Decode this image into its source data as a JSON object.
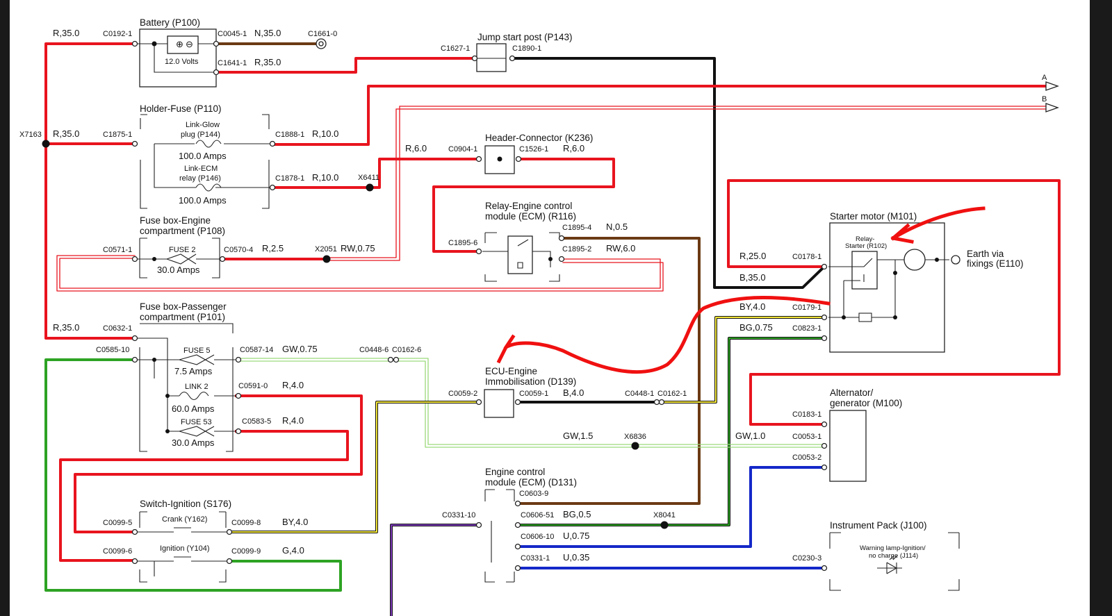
{
  "colors": {
    "red": "#e8141e",
    "black": "#111111",
    "brown": "#6b3a14",
    "green": "#2ea324",
    "light_green": "#9bd97a",
    "yellow": "#f2e63a",
    "blue": "#1428c8",
    "purple": "#7a3ab5",
    "annotation": "#f01010",
    "window": "#1a1a1a"
  },
  "components": {
    "battery": {
      "title": "Battery (P100)",
      "voltage": "12.0 Volts"
    },
    "jump_start": {
      "title": "Jump start post (P143)"
    },
    "holder_fuse": {
      "title": "Holder-Fuse (P110)",
      "link1_name": "Link-Glow",
      "link1_name2": "plug (P144)",
      "link1_rating": "100.0 Amps",
      "link2_name": "Link-ECM",
      "link2_name2": "relay (P146)",
      "link2_rating": "100.0 Amps"
    },
    "header_connector": {
      "title": "Header-Connector (K236)"
    },
    "relay_ecm": {
      "title1": "Relay-Engine control",
      "title2": "module (ECM) (R116)"
    },
    "fuse_engine": {
      "title1": "Fuse box-Engine",
      "title2": "compartment (P108)",
      "fuse_name": "FUSE 2",
      "fuse_rating": "30.0 Amps"
    },
    "fuse_passenger": {
      "title1": "Fuse box-Passenger",
      "title2": "compartment (P101)",
      "fuse5_name": "FUSE 5",
      "fuse5_rating": "7.5 Amps",
      "link2_name": "LINK 2",
      "link2_rating": "60.0 Amps",
      "fuse53_name": "FUSE 53",
      "fuse53_rating": "30.0 Amps"
    },
    "starter": {
      "title": "Starter motor (M101)",
      "relay1": "Relay-",
      "relay2": "Starter (R102)",
      "earth1": "Earth via",
      "earth2": "fixings (E110)"
    },
    "ecu_immob": {
      "title1": "ECU-Engine",
      "title2": "Immobilisation (D139)"
    },
    "alternator": {
      "title1": "Alternator/",
      "title2": "generator (M100)"
    },
    "ignition": {
      "title": "Switch-Ignition (S176)",
      "crank": "Crank (Y162)",
      "ign": "Ignition (Y104)"
    },
    "ecm": {
      "title1": "Engine control",
      "title2": "module (ECM) (D131)"
    },
    "instrument": {
      "title": "Instrument Pack (J100)",
      "lamp1": "Warning lamp-Ignition/",
      "lamp2": "no charge (J114)"
    }
  },
  "connectors": {
    "c0192": "C0192-1",
    "c0045": "C0045-1",
    "c1661": "C1661-0",
    "c1641": "C1641-1",
    "c1627": "C1627-1",
    "c1890": "C1890-1",
    "c1875": "C1875-1",
    "c1888": "C1888-1",
    "c1878": "C1878-1",
    "c0904": "C0904-1",
    "c1526": "C1526-1",
    "c1895_4": "C1895-4",
    "c1895_6": "C1895-6",
    "c1895_2": "C1895-2",
    "c0571": "C0571-1",
    "c0570": "C0570-4",
    "c0632": "C0632-1",
    "c0585": "C0585-10",
    "c0587": "C0587-14",
    "c0591": "C0591-0",
    "c0583": "C0583-5",
    "c0448_6": "C0448-6",
    "c0162_6": "C0162-6",
    "c0059_2": "C0059-2",
    "c0059_1": "C0059-1",
    "c0448_1": "C0448-1",
    "c0162_1": "C0162-1",
    "c0178": "C0178-1",
    "c0179": "C0179-1",
    "c0823": "C0823-1",
    "c0183": "C0183-1",
    "c0053_1": "C0053-1",
    "c0053_2": "C0053-2",
    "c0099_5": "C0099-5",
    "c0099_8": "C0099-8",
    "c0099_6": "C0099-6",
    "c0099_9": "C0099-9",
    "c0331_10": "C0331-10",
    "c0603": "C0603-9",
    "c0606_51": "C0606-51",
    "c0606_10": "C0606-10",
    "c0331_1": "C0331-1",
    "c0230": "C0230-3"
  },
  "splices": {
    "x7163": "X7163",
    "x6411": "X6411",
    "x2051": "X2051",
    "x6836": "X6836",
    "x8041": "X8041"
  },
  "wires": {
    "w_r35a": "R,35.0",
    "w_n35": "N,35.0",
    "w_r35b": "R,35.0",
    "w_r35c": "R,35.0",
    "w_r10a": "R,10.0",
    "w_r10b": "R,10.0",
    "w_r6a": "R,6.0",
    "w_r6b": "R,6.0",
    "w_n05": "N,0.5",
    "w_rw6": "RW,6.0",
    "w_r25": "R,2.5",
    "w_rw075": "RW,0.75",
    "w_r35d": "R,35.0",
    "w_gw075": "GW,0.75",
    "w_r4a": "R,4.0",
    "w_r4b": "R,4.0",
    "w_b4": "B,4.0",
    "w_gw15": "GW,1.5",
    "w_gw10": "GW,1.0",
    "w_r250": "R,25.0",
    "w_b35": "B,35.0",
    "w_by4a": "BY,4.0",
    "w_bg075": "BG,0.75",
    "w_by4b": "BY,4.0",
    "w_g4": "G,4.0",
    "w_bg05": "BG,0.5",
    "w_u075": "U,0.75",
    "w_u035": "U,0.35"
  },
  "arrows": {
    "a": "A",
    "b": "B"
  }
}
